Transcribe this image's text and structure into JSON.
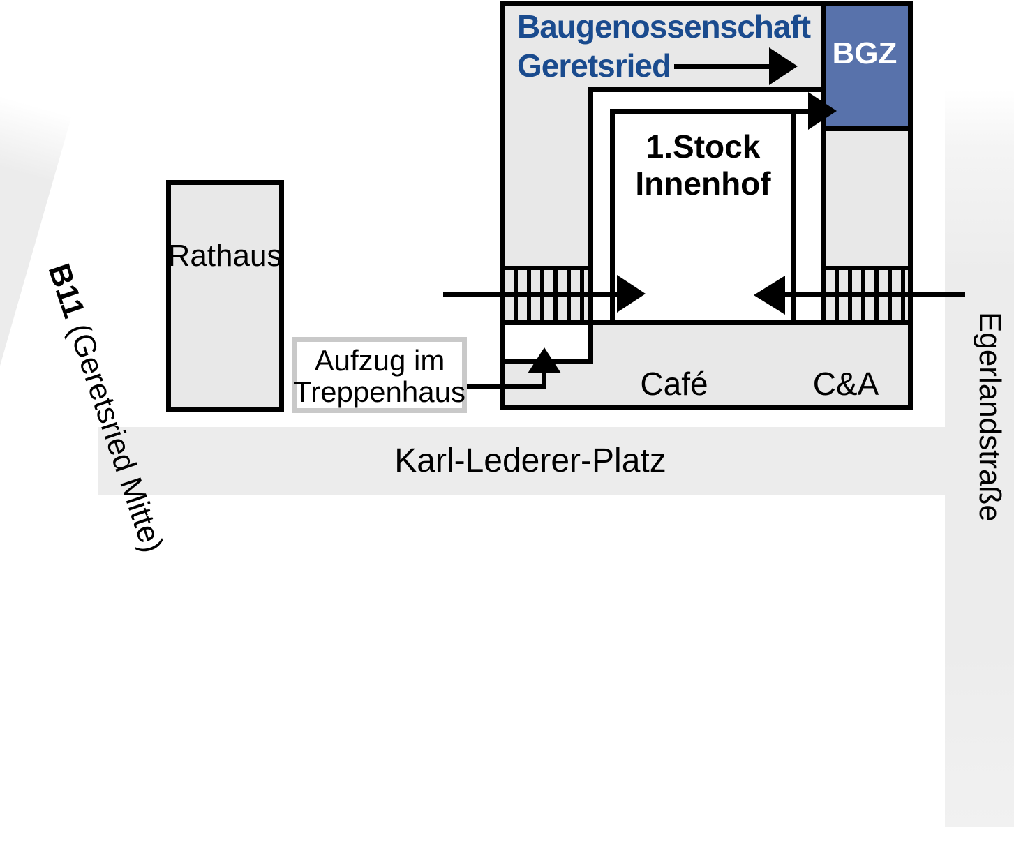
{
  "colors": {
    "line": "#000000",
    "building_fill": "#e8e8e8",
    "road_fill": "#ececec",
    "bgz_fill": "#5872ab",
    "bgz_text": "#ffffff",
    "heading_blue": "#1a4b8e",
    "note_border": "#c9c9c9",
    "text_dark": "#111111"
  },
  "labels": {
    "heading_line1": "Baugenossenschaft",
    "heading_line2": "Geretsried",
    "bgz": "BGZ",
    "courtyard_line1": "1.Stock",
    "courtyard_line2": "Innenhof",
    "cafe": "Café",
    "c_and_a": "C&A",
    "rathaus": "Rathaus",
    "elevator_line1": "Aufzug im",
    "elevator_line2": "Treppenhaus",
    "street_b11_bold": "B11",
    "street_b11_rest": " (Geretsried Mitte)",
    "street_square": "Karl-Lederer-Platz",
    "street_east": "Egerlandstraße"
  }
}
